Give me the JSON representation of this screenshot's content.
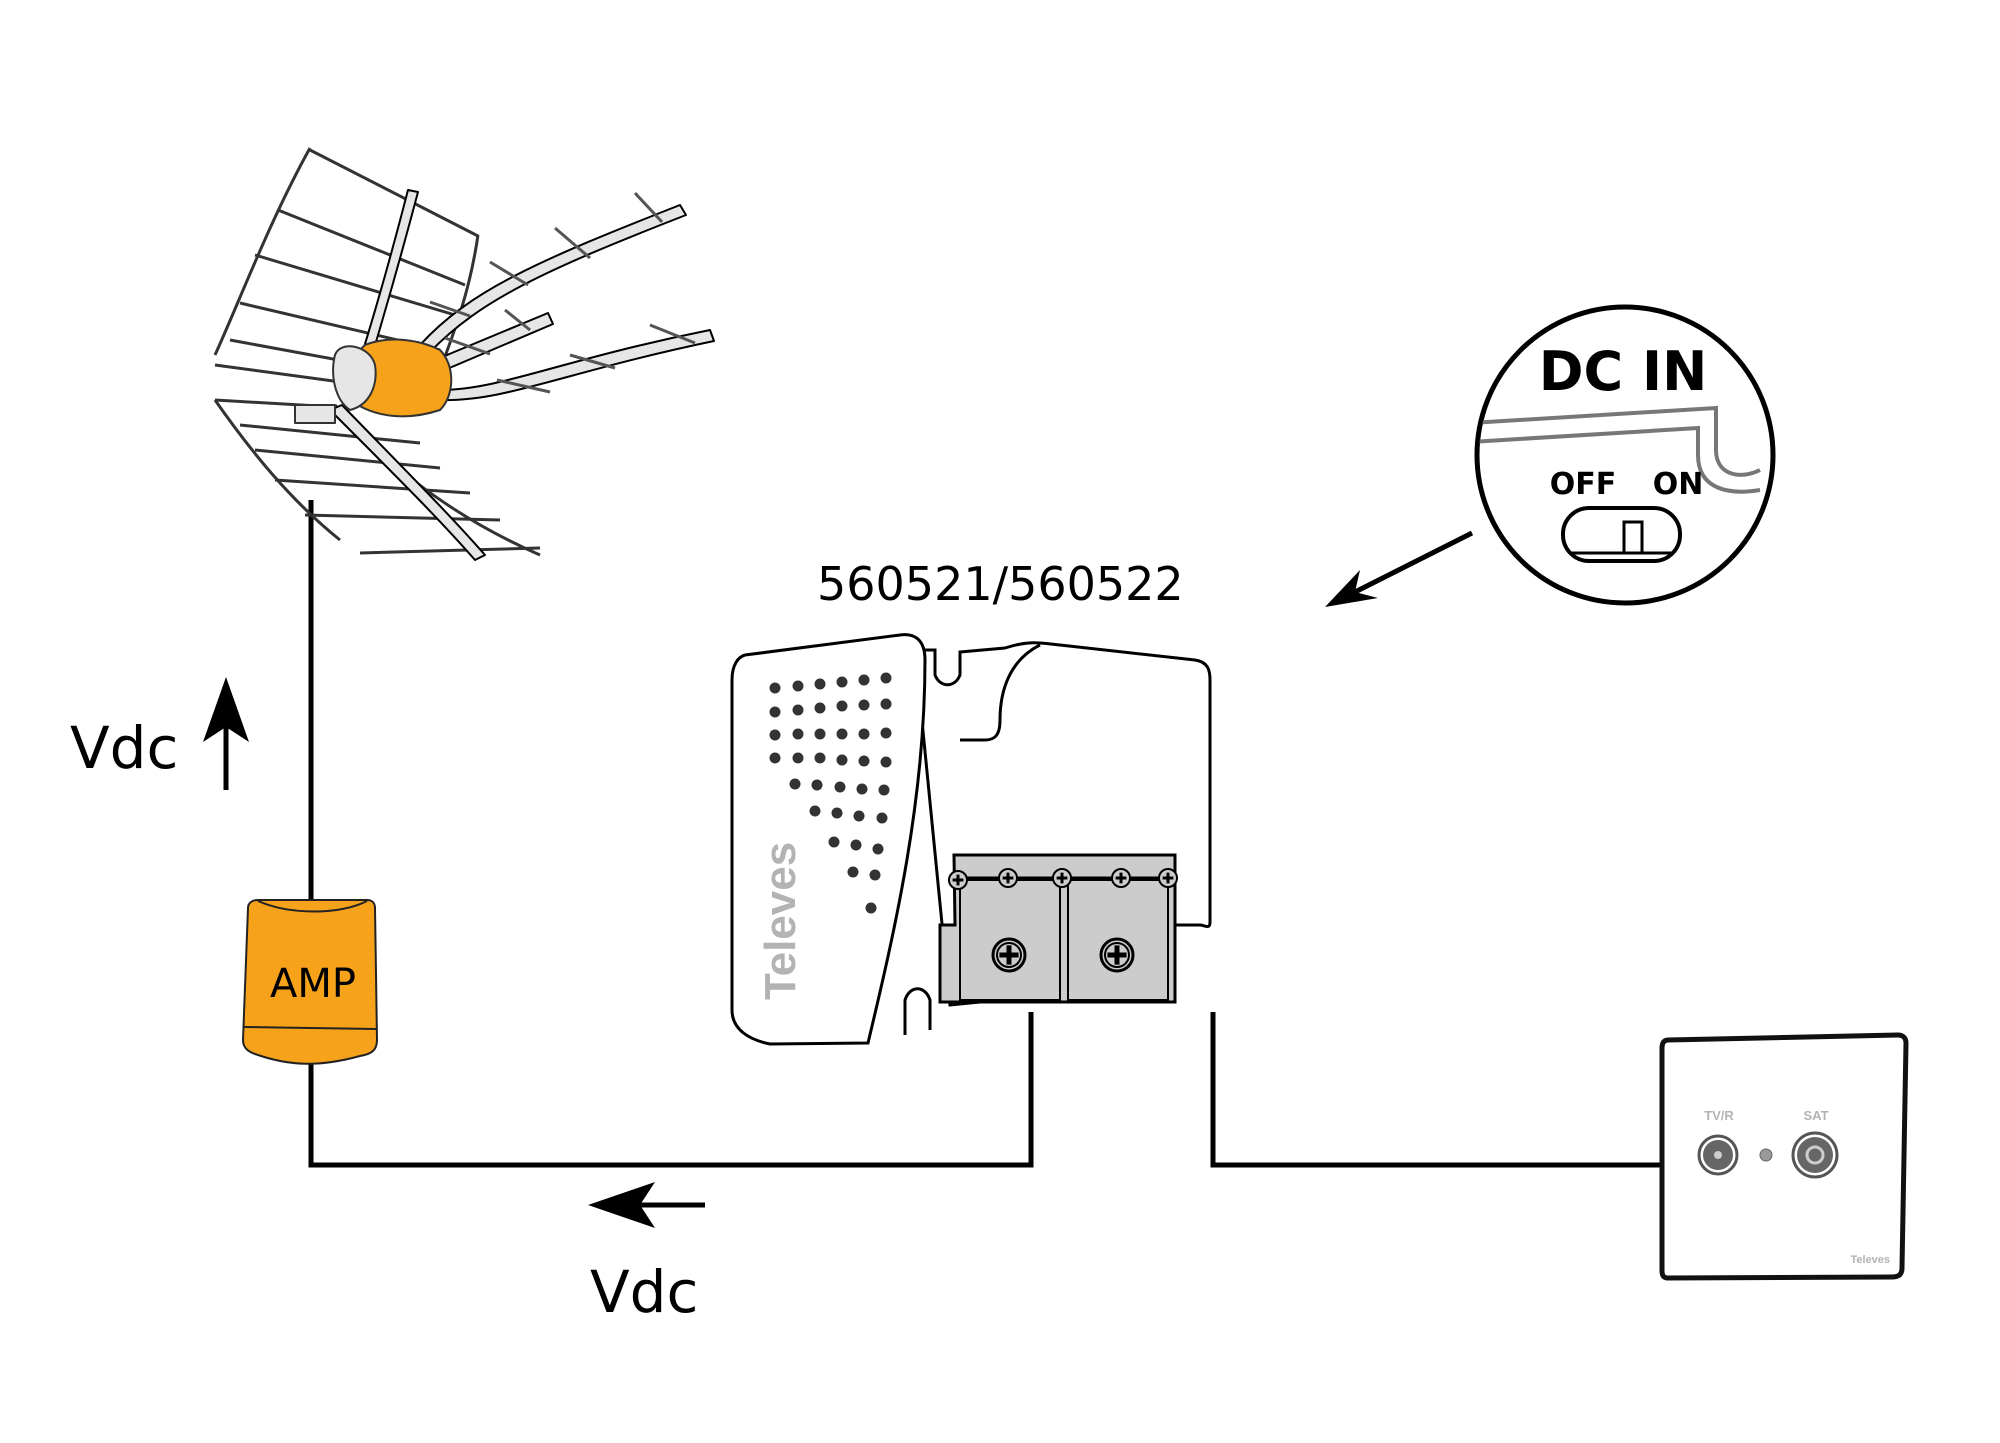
{
  "diagram": {
    "title": "Televes antenna power supply wiring",
    "labels": {
      "vdc_up": "Vdc",
      "vdc_left": "Vdc",
      "model": "560521/560522",
      "amp": "AMP"
    },
    "psu": {
      "brand": "Televes",
      "model": "560521/560522"
    },
    "callout": {
      "title": "DC IN",
      "switch_off_label": "OFF",
      "switch_on_label": "ON",
      "switch_state": "ON"
    },
    "wall_outlet": {
      "brand": "Televes",
      "ports": [
        {
          "label": "TV/R"
        },
        {
          "label": "SAT"
        }
      ]
    },
    "colors": {
      "accent_orange": "#f7a21b",
      "line": "#000000",
      "terminal_gray": "#cccccc",
      "antenna_gray": "#e6e6e6",
      "brand_gray": "#b3b3b3",
      "dot": "#333333"
    },
    "connections": [
      {
        "from": "antenna",
        "to": "amp"
      },
      {
        "from": "amp",
        "to": "psu-output-left"
      },
      {
        "from": "psu-output-right",
        "to": "wall-outlet"
      }
    ]
  }
}
